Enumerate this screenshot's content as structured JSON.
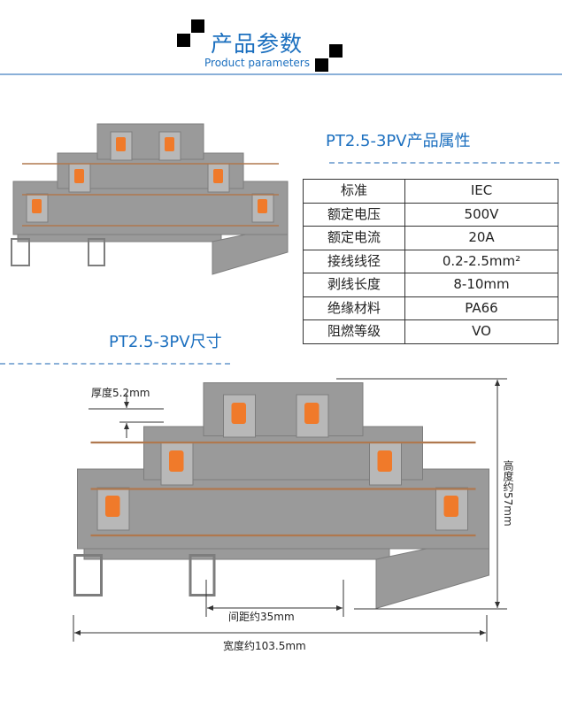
{
  "header": {
    "title": "产品参数",
    "subtitle": "Product parameters"
  },
  "attributes": {
    "title": "PT2.5-3PV产品属性",
    "rows": [
      {
        "key": "标准",
        "value": "IEC"
      },
      {
        "key": "额定电压",
        "value": "500V"
      },
      {
        "key": "额定电流",
        "value": "20A"
      },
      {
        "key": "接线线径",
        "value": "0.2-2.5mm²"
      },
      {
        "key": "剥线长度",
        "value": "8-10mm"
      },
      {
        "key": "绝缘材料",
        "value": "PA66"
      },
      {
        "key": "阻燃等级",
        "value": "VO"
      }
    ]
  },
  "dimensions": {
    "title": "PT2.5-3PV尺寸",
    "thickness": "厚度5.2mm",
    "pitch": "间距约35mm",
    "width": "宽度约103.5mm",
    "height": "高度约57mm"
  },
  "colors": {
    "accent": "#1b6fbf",
    "housing": "#9a9a9a",
    "housing_dark": "#7d7d7d",
    "spring": "#f07a2a"
  }
}
